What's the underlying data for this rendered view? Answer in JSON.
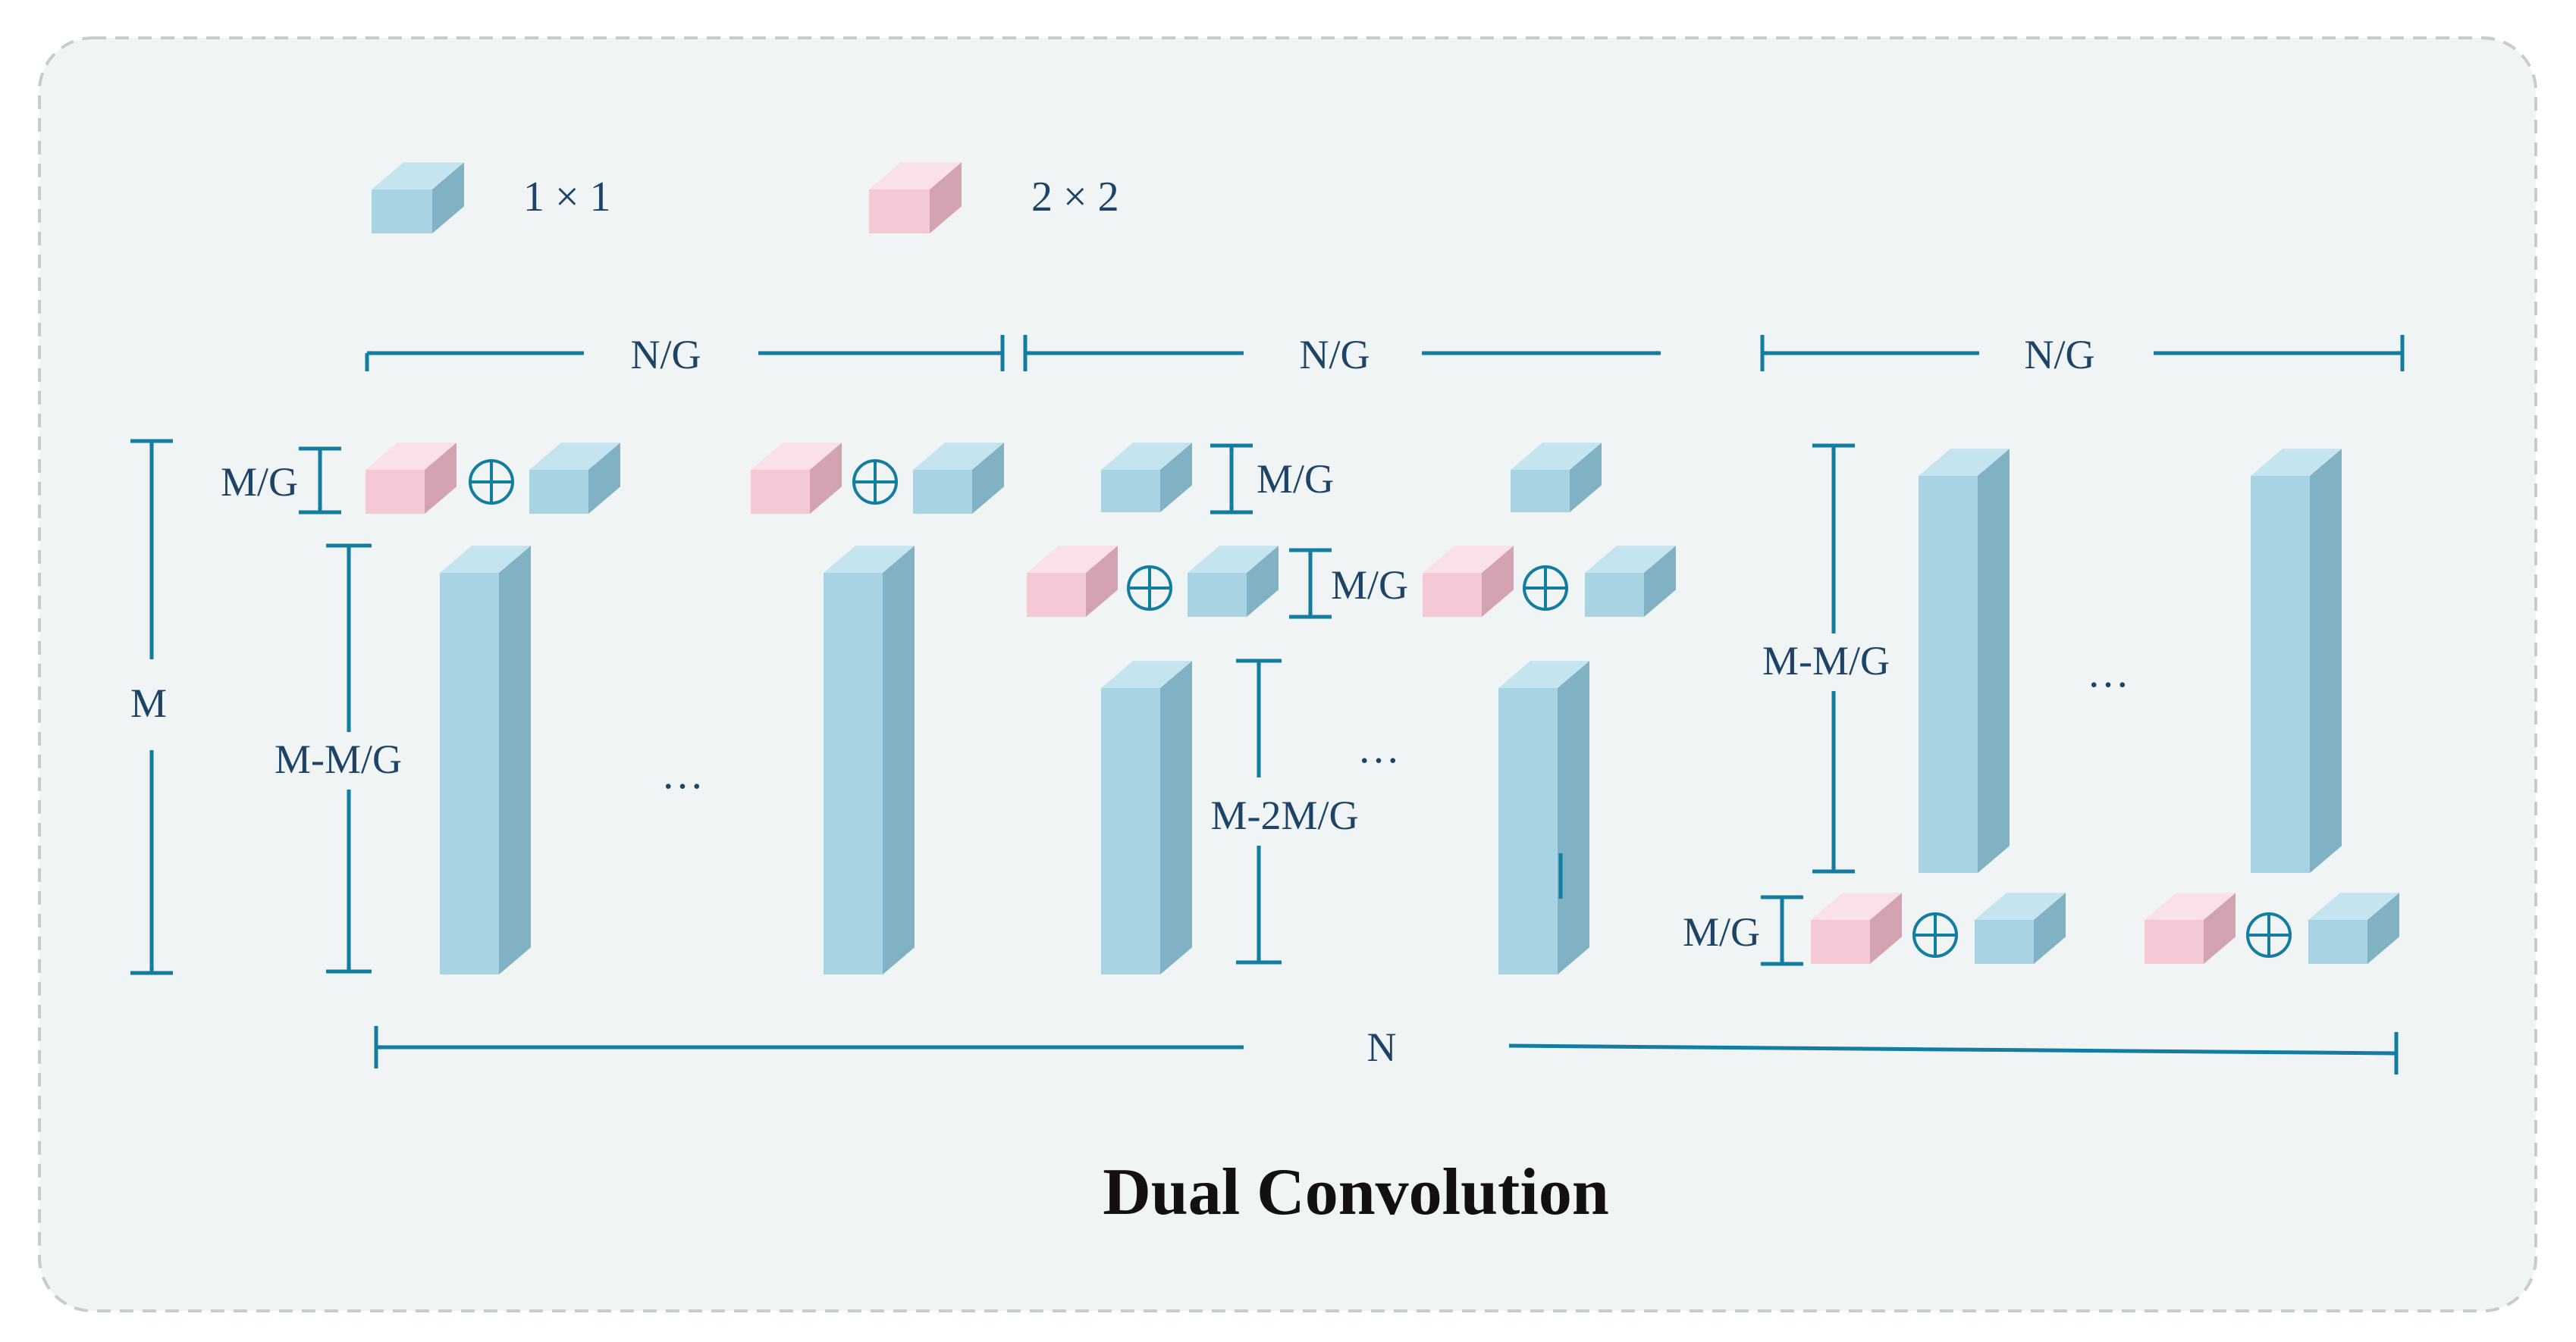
{
  "title": "Dual Convolution",
  "legend": [
    {
      "label": "1 × 1",
      "kind": "1x1"
    },
    {
      "label": "2 × 2",
      "kind": "2x2"
    }
  ],
  "labels": {
    "ng": "N/G",
    "mg": "M/G",
    "m": "M",
    "n": "N",
    "m_minus_mg": "M-M/G",
    "m_minus_2mg": "M-2M/G",
    "ellipsis": "…"
  },
  "colors": {
    "panel_bg": "#f0f4f4",
    "panel_border": "#c8cccc",
    "blue_front": "#a7d3e2",
    "blue_top": "#c4e4ef",
    "blue_side": "#80b2c4",
    "pink_front": "#f5c8d6",
    "pink_top": "#fae0e8",
    "pink_side": "#d4a3b2",
    "arrow": "#127da0",
    "text": "#1d4466"
  }
}
